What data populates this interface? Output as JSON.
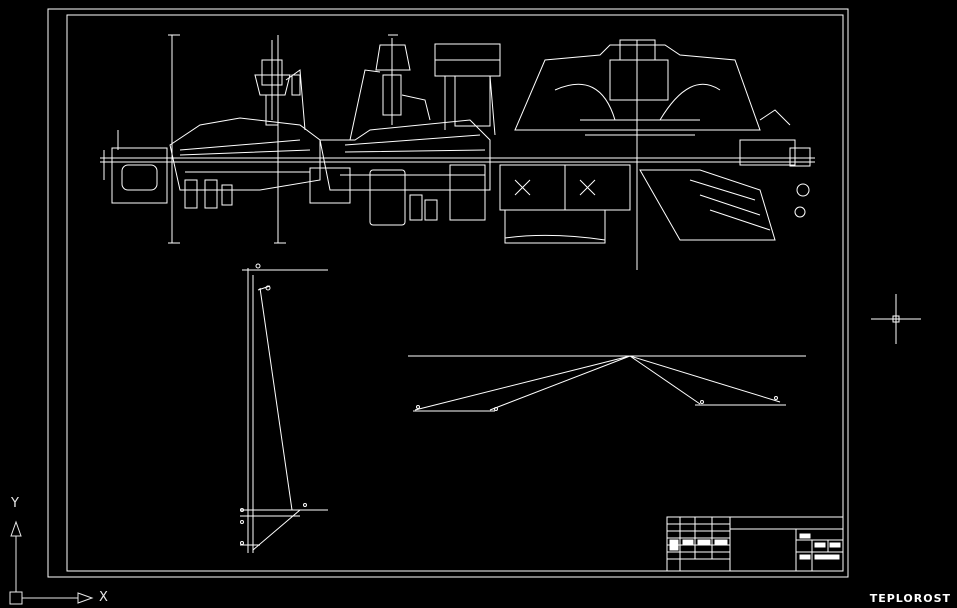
{
  "watermark": "TEPLOROST",
  "ucs": {
    "y_label": "Y",
    "x_label": "X"
  },
  "colors": {
    "background": "#000000",
    "lines": "#ffffff"
  }
}
